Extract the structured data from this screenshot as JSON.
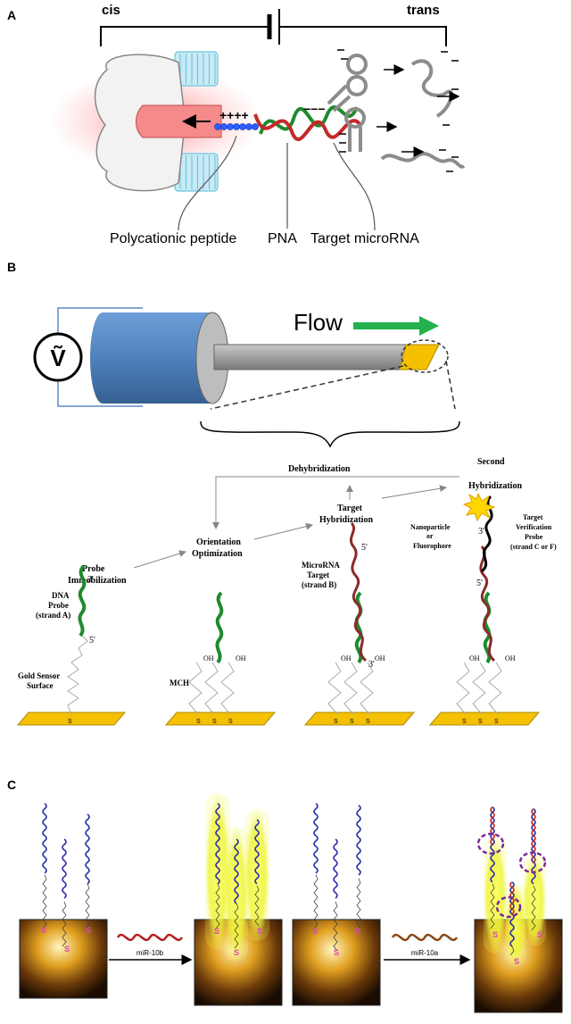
{
  "panel_a": {
    "label": "A",
    "cis": "cis",
    "trans": "trans",
    "plus_signs": "++++",
    "minus_signs": "−−−",
    "caption_peptide": "Polycationic peptide",
    "caption_pna": "PNA",
    "caption_target": "Target microRNA"
  },
  "panel_b": {
    "label": "B",
    "voltage_symbol": "Ṽ",
    "flow_label": "Flow",
    "dehybridization": "Dehybridization",
    "second_hybridization_1": "Second",
    "second_hybridization_2": "Hybridization",
    "target_hybridization_1": "Target",
    "target_hybridization_2": "Hybridization",
    "orientation_1": "Orientation",
    "orientation_2": "Optimization",
    "probe_immob_1": "Probe",
    "probe_immob_2": "Immobilization",
    "dna_probe_1": "DNA",
    "dna_probe_2": "Probe",
    "dna_probe_3": "(strand A)",
    "three_prime": "3'",
    "five_prime": "5'",
    "gold_sensor_1": "Gold Sensor",
    "gold_sensor_2": "Surface",
    "mch": "MCH",
    "oh": "OH",
    "s": "S",
    "microrna_target_1": "MicroRNA",
    "microrna_target_2": "Target",
    "microrna_target_3": "(strand B)",
    "nano_1": "Nanoparticle",
    "nano_2": "or",
    "nano_3": "Fluorophore",
    "verif_1": "Target",
    "verif_2": "Verification",
    "verif_3": "Probe",
    "verif_4": "(strand C or F)"
  },
  "panel_c": {
    "label": "C",
    "arrow1_label": "miR-10b",
    "arrow2_label": "miR-10a",
    "s": "S"
  },
  "colors": {
    "dna_green": "#1f8a2e",
    "target_red": "#b02a2a",
    "gold": "#f5c000",
    "cylinder_blue": "#4f81bd",
    "flow_green": "#22b14c",
    "pore_red": "#f28080",
    "helix_blue": "#2b2fa8",
    "helix_brown": "#8b4513"
  }
}
